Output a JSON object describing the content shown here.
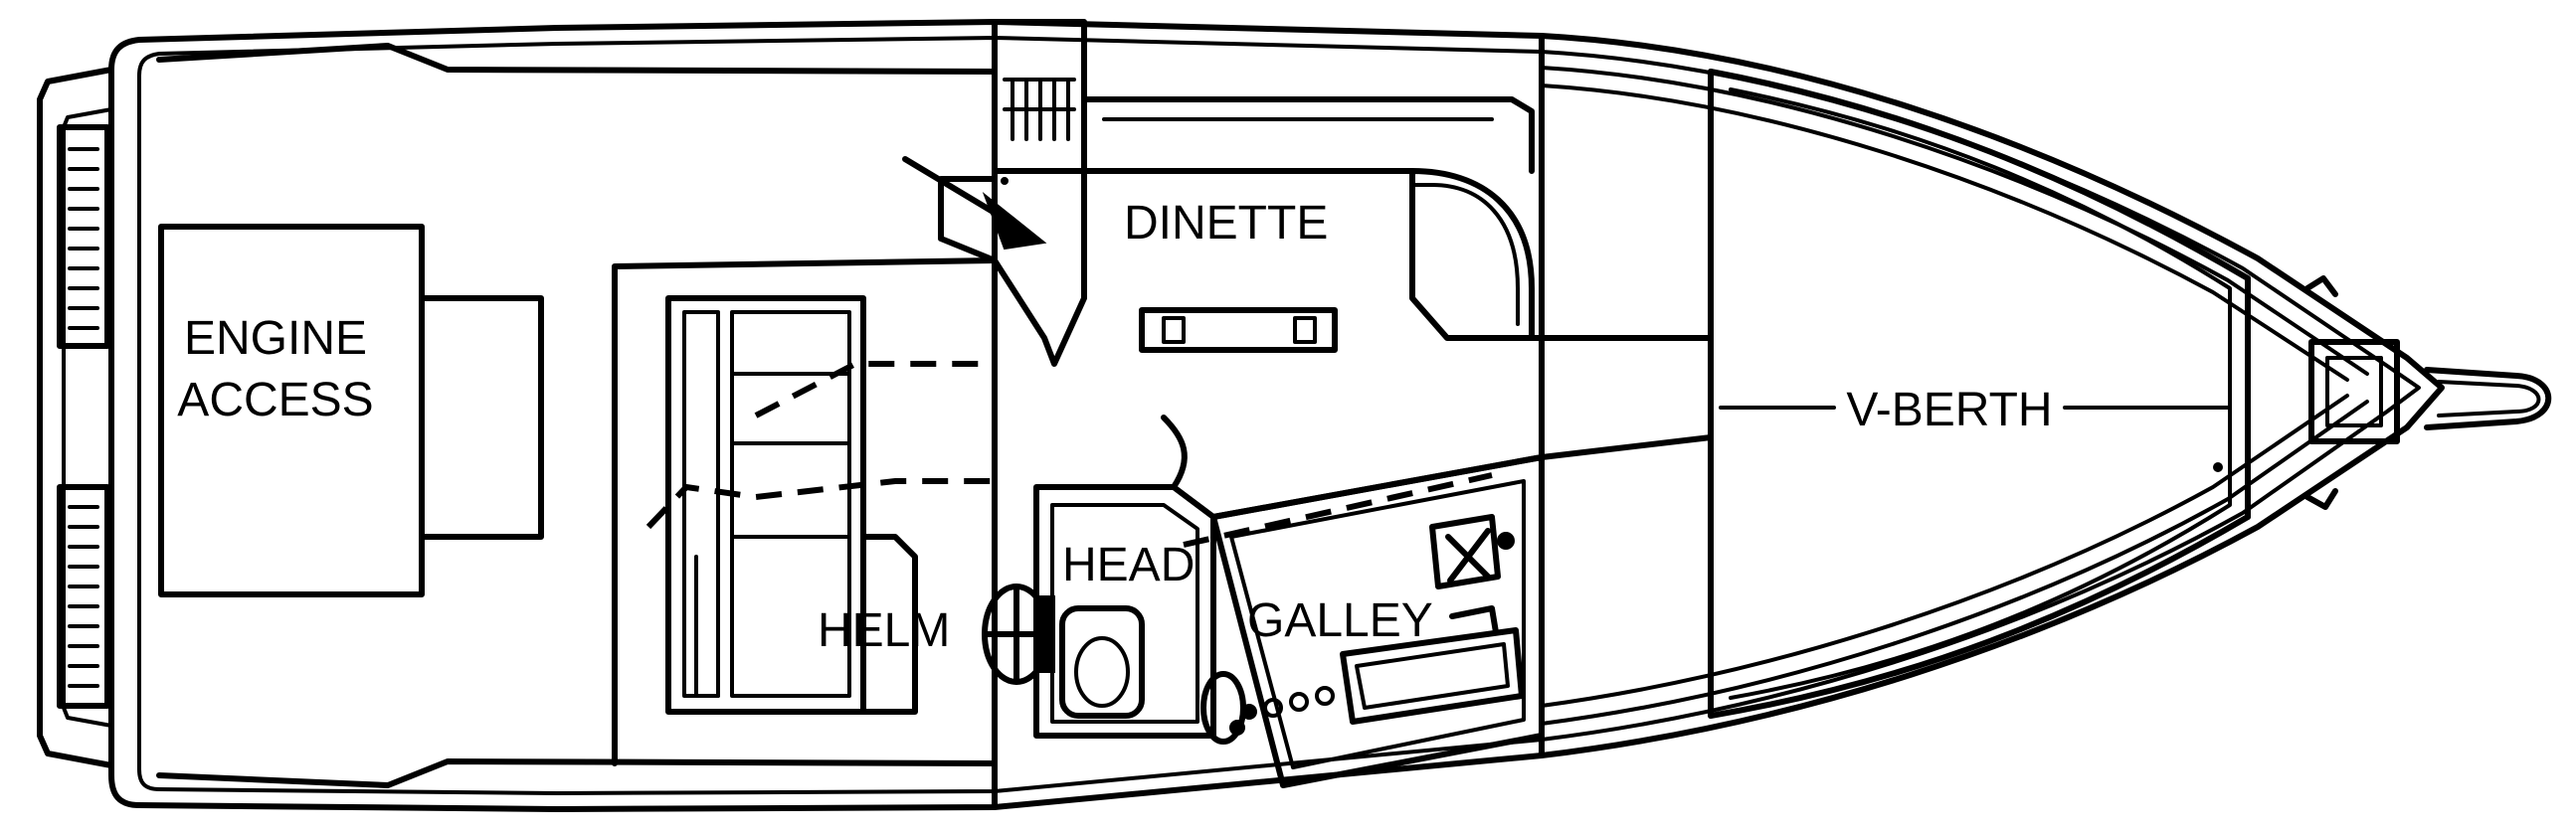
{
  "labels": {
    "engine_line1": "ENGINE",
    "engine_line2": "ACCESS",
    "dinette": "DINETTE",
    "vberth": "V-BERTH",
    "head": "HEAD",
    "helm": "HELM",
    "galley": "GALLEY"
  },
  "colors": {
    "line": "#000000",
    "background": "#ffffff"
  }
}
